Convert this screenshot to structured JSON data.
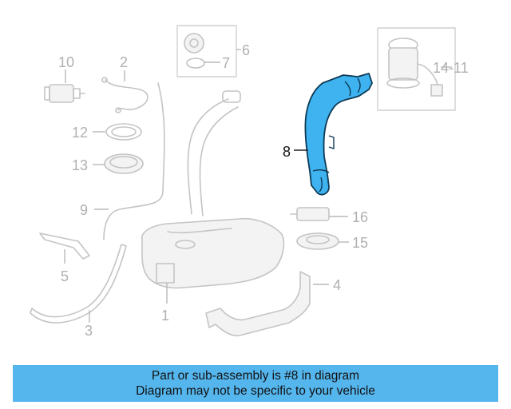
{
  "diagram": {
    "highlight_color": "#3fb3f0",
    "ghost_color": "#c4c4c4",
    "highlighted_part": "8",
    "callouts": {
      "c1": "1",
      "c2": "2",
      "c3": "3",
      "c4": "4",
      "c5": "5",
      "c6": "6",
      "c7": "7",
      "c8": "8",
      "c9": "9",
      "c10": "10",
      "c11": "14-11",
      "c12": "12",
      "c13": "13",
      "c15": "15",
      "c16": "16"
    }
  },
  "banner": {
    "background": "#55b6ee",
    "line1": "Part or sub-assembly is #8 in diagram",
    "line2": "Diagram may not be specific to your vehicle"
  }
}
